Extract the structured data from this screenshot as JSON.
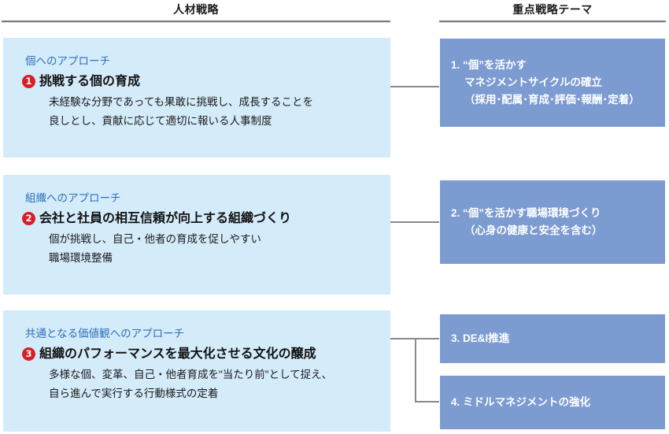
{
  "columns": {
    "left_header": "人材戦略",
    "right_header": "重点戦略テーマ"
  },
  "colors": {
    "panel_bg": "#d4ebfa",
    "theme_bg": "#7c9bd1",
    "kicker_text": "#2e6fba",
    "badge_bg": "#d81f26",
    "connector": "#8a8a8a",
    "rule": "#7a7a7a"
  },
  "approaches": [
    {
      "badge": "❶",
      "kicker": "個へのアプローチ",
      "headline": "挑戦する個の育成",
      "description": [
        "未経験な分野であっても果敢に挑戦し、成長することを",
        "良しとし、貢献に応じて適切に報いる人事制度"
      ]
    },
    {
      "badge": "❷",
      "kicker": "組織へのアプローチ",
      "headline": "会社と社員の相互信頼が向上する組織づくり",
      "description": [
        "個が挑戦し、自己・他者の育成を促しやすい",
        "職場環境整備"
      ]
    },
    {
      "badge": "❸",
      "kicker": "共通となる価値観へのアプローチ",
      "headline": "組織のパフォーマンスを最大化させる文化の醸成",
      "description": [
        "多様な個、変革、自己・他者育成を\"当たり前\"として捉え、",
        "自ら進んで実行する行動様式の定着"
      ]
    }
  ],
  "themes": [
    {
      "lines": [
        "1. “個”を活かす",
        "マネジメントサイクルの確立",
        "（採用･配属･育成･評価･報酬･定着）"
      ]
    },
    {
      "lines": [
        "2. “個”を活かす職場環境づくり",
        "（心身の健康と安全を含む）"
      ]
    },
    {
      "lines": [
        "3. DE&I推進"
      ]
    },
    {
      "lines": [
        "4. ミドルマネジメントの強化"
      ]
    }
  ]
}
